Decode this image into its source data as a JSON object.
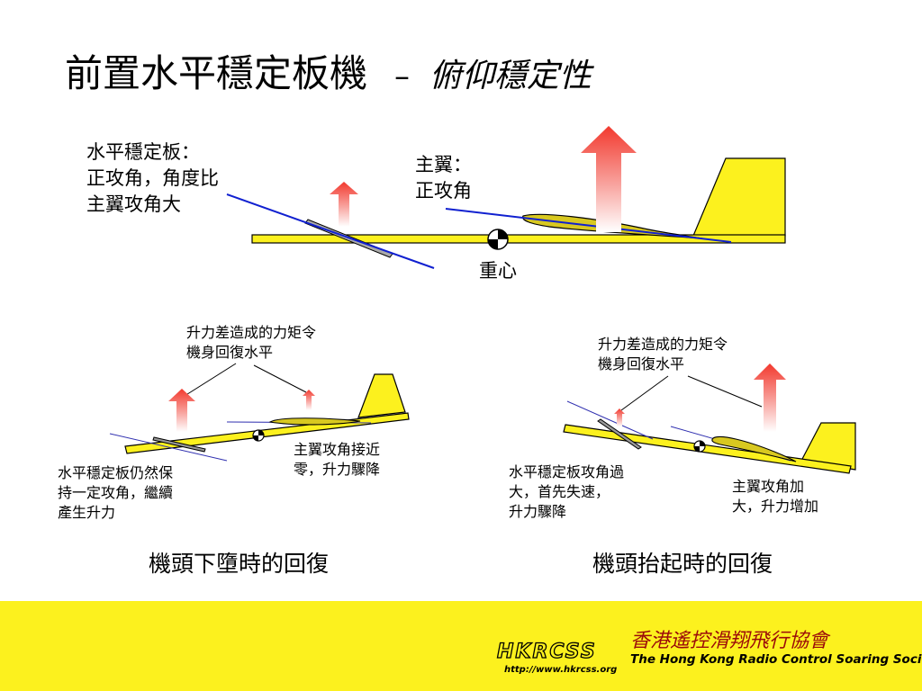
{
  "title": {
    "main": "前置水平穩定板機",
    "dash": "–",
    "sub": "俯仰穩定性"
  },
  "top_diagram": {
    "tail_label": [
      "水平穩定板：",
      "正攻角，角度比",
      "主翼攻角大"
    ],
    "wing_label": [
      "主翼：",
      "正攻角"
    ],
    "cg_label": "重心"
  },
  "left_panel": {
    "moment_label": [
      "升力差造成的力矩令",
      "機身回復水平"
    ],
    "wing_label": [
      "主翼攻角接近",
      "零，升力驟降"
    ],
    "tail_label": [
      "水平穩定板仍然保",
      "持一定攻角，繼續",
      "產生升力"
    ],
    "caption": "機頭下墮時的回復"
  },
  "right_panel": {
    "moment_label": [
      "升力差造成的力矩令",
      "機身回復水平"
    ],
    "tail_label": [
      "水平穩定板攻角過",
      "大，首先失速，",
      "升力驟降"
    ],
    "wing_label": [
      "主翼攻角加",
      "大，升力增加"
    ],
    "caption": "機頭抬起時的回復"
  },
  "footer": {
    "logo": "HKRCSS",
    "name_cn": "香港遙控滑翔飛行協會",
    "name_en": "The Hong Kong Radio Control Soaring Society",
    "url": "http://www.hkrcss.org"
  },
  "colors": {
    "fuselage": "#fcf11e",
    "footer_bg": "#fcf11e",
    "lift_arrow_top": "#f44a40",
    "chord_line": "#1020d0",
    "footer_cn_text": "#9b0a0a"
  },
  "icons": [
    "lift-arrow-icon",
    "center-of-gravity-icon",
    "glider-logo-icon"
  ]
}
